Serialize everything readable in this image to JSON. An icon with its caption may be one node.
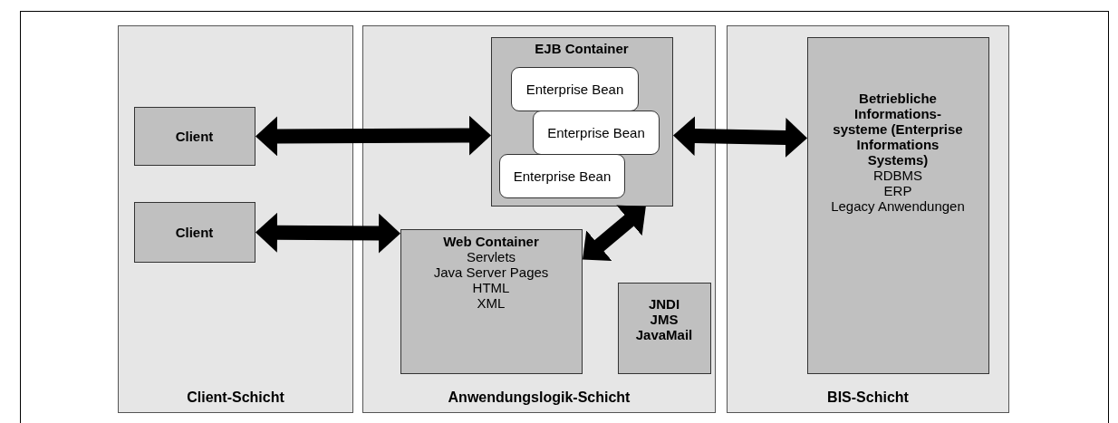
{
  "diagram": {
    "nodes": [
      {
        "text": [
          "Client-Schicht"
        ]
      },
      {
        "text": [
          "Client"
        ],
        "in": 0
      },
      {
        "text": [
          "Client"
        ],
        "in": 0
      },
      {
        "text": [
          "Anwendungslogik-Schicht"
        ]
      },
      {
        "text": [
          "EJB Container"
        ],
        "in": 3
      },
      {
        "text": [
          "Enterprise Bean"
        ],
        "in": 4
      },
      {
        "text": [
          "Enterprise Bean"
        ],
        "in": 4
      },
      {
        "text": [
          "Enterprise Bean"
        ],
        "in": 4
      },
      {
        "text": [
          "Web Container",
          "Servlets",
          "Java Server Pages",
          "HTML",
          "XML"
        ],
        "in": 3
      },
      {
        "text": [
          "JNDI",
          "JMS",
          "JavaMail"
        ],
        "in": 3
      },
      {
        "text": [
          "BIS-Schicht"
        ]
      },
      {
        "text": [
          "Betriebliche Informations- systeme (Enterprise Informations Systems)",
          "RDBMS",
          "ERP",
          "Legacy Anwendungen"
        ],
        "in": 10
      }
    ],
    "edges": [
      {
        "from": 1,
        "to": 4,
        "arrow": "both"
      },
      {
        "from": 4,
        "to": 11,
        "arrow": "both"
      },
      {
        "from": 2,
        "to": 8,
        "arrow": "both"
      },
      {
        "from": 8,
        "to": 4,
        "arrow": "both"
      }
    ]
  }
}
